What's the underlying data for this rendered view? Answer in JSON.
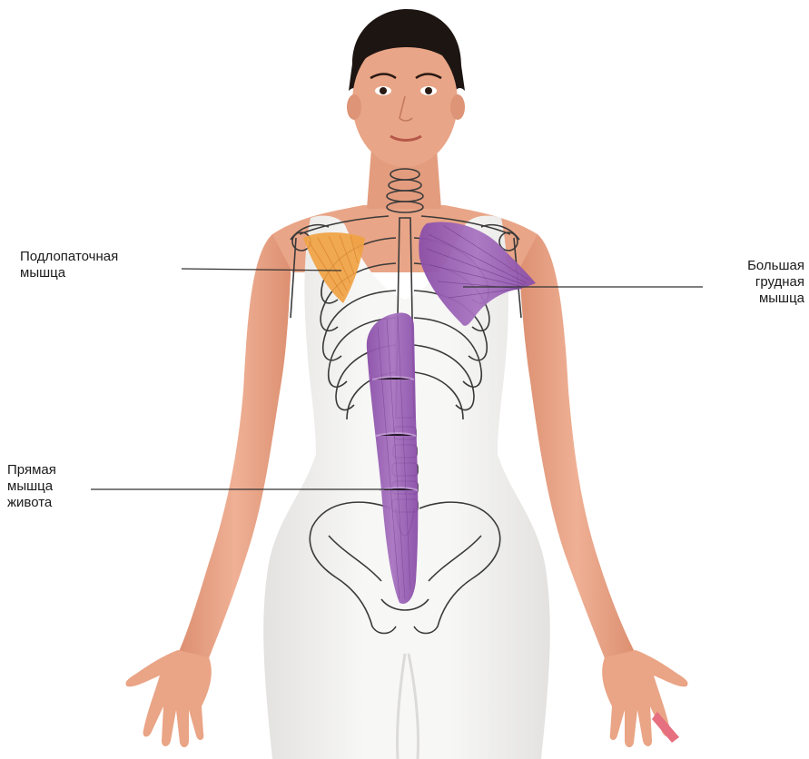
{
  "labels": {
    "subscapularis": {
      "line1": "Подлопаточная",
      "line2": "мышца"
    },
    "pectoralis_major": {
      "line1": "Большая",
      "line2": "грудная",
      "line3": "мышца"
    },
    "rectus_abdominis": {
      "line1": "Прямая",
      "line2": "мышца",
      "line3": "живота"
    }
  },
  "colors": {
    "skin": "#e9a587",
    "skin_shadow": "#d8876a",
    "leotard": "#f3f2f0",
    "hair": "#1d1512",
    "bone_outline": "#3a3a3a",
    "muscle_purple": "#9a5fb4",
    "muscle_orange": "#f0a243"
  }
}
